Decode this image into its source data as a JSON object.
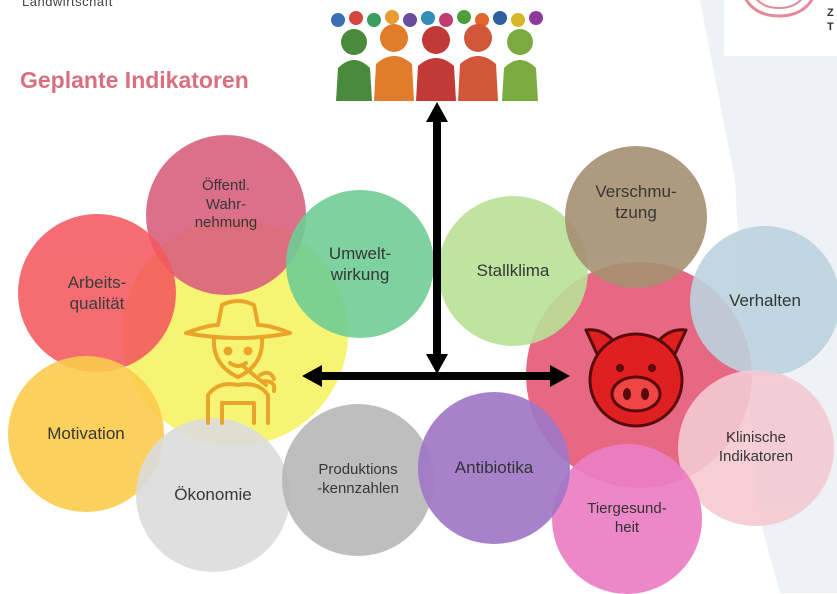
{
  "header": {
    "org_text": "Landwirtschaft",
    "title": "Geplante Indikatoren"
  },
  "icons": {
    "crowd": "crowd-illustration",
    "farmer": "farmer-icon",
    "pig": "pig-icon",
    "logo": "institution-logo"
  },
  "logo": {
    "line1": "Z",
    "line2": "T"
  },
  "bubbles": {
    "oeffentl": "Öffentl.\nWahr-\nnehmung",
    "umwelt": "Umwelt-\nwirkung",
    "arbeit": "Arbeits-\nqualität",
    "motivation": "Motivation",
    "oekonomie": "Ökonomie",
    "produktion": "Produktions\n-kennzahlen",
    "antibiotika": "Antibiotika",
    "stallklima": "Stallklima",
    "verschmutzung": "Verschmu-\ntzung",
    "verhalten": "Verhalten",
    "klinisch": "Klinische\nIndikatoren",
    "tiergesundheit": "Tiergesund-\nheit"
  },
  "colors": {
    "farmer_hub": "#f7f25a",
    "pig_hub": "#e24e6c",
    "oeffentl": "#d9607e",
    "umwelt": "#6fce95",
    "arbeit": "#f4585e",
    "motivation": "#fbcb4c",
    "oekonomie": "#dcdcdc",
    "produktion": "#b7b7b7",
    "antibiotika": "#a077c6",
    "stallklima": "#b9e097",
    "verschmutzung": "#a69072",
    "verhalten": "#bcd3df",
    "klinisch": "#f4c9d2",
    "tiergesundheit": "#ec7ec4",
    "arrow": "#000000",
    "title": "#d9707f"
  }
}
